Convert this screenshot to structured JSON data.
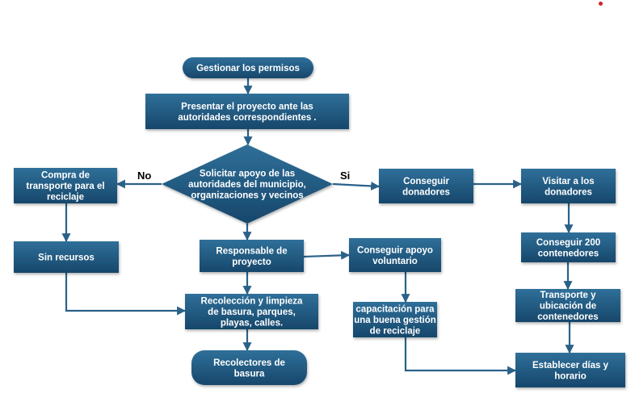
{
  "colors": {
    "node_fill_top": "#2f6f99",
    "node_fill_bottom": "#17476b",
    "edge": "#2a6189",
    "text": "#ffffff",
    "label": "#000000",
    "marker": "#d0202a"
  },
  "nodes": {
    "gestionar": {
      "label": [
        "Gestionar los permisos"
      ],
      "shape": "rounded"
    },
    "presentar": {
      "label": [
        "Presentar el proyecto ante las",
        "autoridades correspondientes ."
      ],
      "shape": "rect"
    },
    "solicitar": {
      "label": [
        "Solicitar apoyo de las",
        "autoridades del municipio,",
        "organizaciones y vecinos"
      ],
      "shape": "diamond"
    },
    "compra": {
      "label": [
        "Compra de",
        "transporte para el",
        "reciclaje"
      ],
      "shape": "rect"
    },
    "sin_recursos": {
      "label": [
        "Sin recursos"
      ],
      "shape": "rect"
    },
    "responsable": {
      "label": [
        "Responsable de",
        "proyecto"
      ],
      "shape": "rect"
    },
    "apoyo_voluntario": {
      "label": [
        "Conseguir apoyo",
        "voluntario"
      ],
      "shape": "rect"
    },
    "recoleccion": {
      "label": [
        "Recolección y limpieza",
        "de basura, parques,",
        "playas, calles."
      ],
      "shape": "rect"
    },
    "capacitacion": {
      "label": [
        "capacitación para",
        "una buena gestión",
        "de reciclaje"
      ],
      "shape": "rect"
    },
    "recolectores": {
      "label": [
        "Recolectores de",
        "basura"
      ],
      "shape": "rounded"
    },
    "donadores": {
      "label": [
        "Conseguir",
        "donadores"
      ],
      "shape": "rect"
    },
    "visitar": {
      "label": [
        "Visitar a los",
        "donadores"
      ],
      "shape": "rect"
    },
    "contenedores": {
      "label": [
        "Conseguir 200",
        "contenedores"
      ],
      "shape": "rect"
    },
    "transporte": {
      "label": [
        "Transporte y",
        "ubicación de",
        "contenedores"
      ],
      "shape": "rect"
    },
    "establecer": {
      "label": [
        "Establecer días y",
        "horario"
      ],
      "shape": "rect"
    }
  },
  "edge_labels": {
    "no": "No",
    "si": "Si"
  },
  "edges": [
    {
      "from": "gestionar",
      "to": "presentar"
    },
    {
      "from": "presentar",
      "to": "solicitar"
    },
    {
      "from": "solicitar",
      "to": "compra",
      "label": "No"
    },
    {
      "from": "solicitar",
      "to": "donadores",
      "label": "Si"
    },
    {
      "from": "solicitar",
      "to": "responsable"
    },
    {
      "from": "compra",
      "to": "sin_recursos"
    },
    {
      "from": "sin_recursos",
      "to": "recoleccion"
    },
    {
      "from": "responsable",
      "to": "apoyo_voluntario"
    },
    {
      "from": "responsable",
      "to": "recoleccion"
    },
    {
      "from": "recoleccion",
      "to": "recolectores"
    },
    {
      "from": "apoyo_voluntario",
      "to": "capacitacion"
    },
    {
      "from": "capacitacion",
      "to": "establecer"
    },
    {
      "from": "donadores",
      "to": "visitar"
    },
    {
      "from": "visitar",
      "to": "contenedores"
    },
    {
      "from": "contenedores",
      "to": "transporte"
    },
    {
      "from": "transporte",
      "to": "establecer"
    }
  ]
}
